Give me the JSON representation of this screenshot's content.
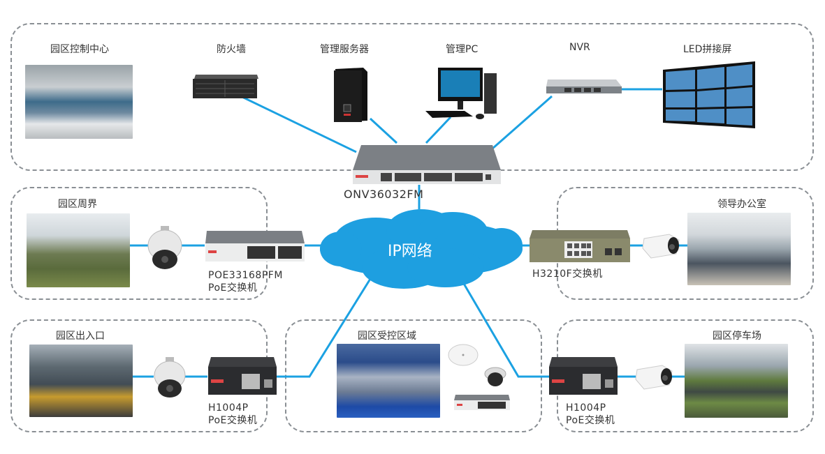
{
  "diagram": {
    "core_switch": {
      "model": "ONV36032FM"
    },
    "cloud": {
      "label": "IP网络"
    },
    "top_zone": {
      "items": [
        {
          "label": "园区控制中心",
          "type": "photo-control-center"
        },
        {
          "label": "防火墙",
          "type": "firewall"
        },
        {
          "label": "管理服务器",
          "type": "tower-server"
        },
        {
          "label": "管理PC",
          "type": "desktop-pc"
        },
        {
          "label": "NVR",
          "type": "rack-nvr"
        },
        {
          "label": "LED拼接屏",
          "type": "video-wall"
        }
      ]
    },
    "zones": {
      "perimeter": {
        "title": "园区周界",
        "switch_model": "POE33168PFM",
        "switch_type": "PoE交换机"
      },
      "office": {
        "title": "领导办公室",
        "switch_model": "H3210F交换机"
      },
      "entrance": {
        "title": "园区出入口",
        "switch_model": "H1004P",
        "switch_type": "PoE交换机"
      },
      "controlled": {
        "title": "园区受控区域"
      },
      "parking": {
        "title": "园区停车场",
        "switch_model": "H1004P",
        "switch_type": "PoE交换机"
      }
    },
    "colors": {
      "link": "#1ba1e2",
      "cloud": "#1e9fe0",
      "border": "#8a8f94"
    }
  }
}
